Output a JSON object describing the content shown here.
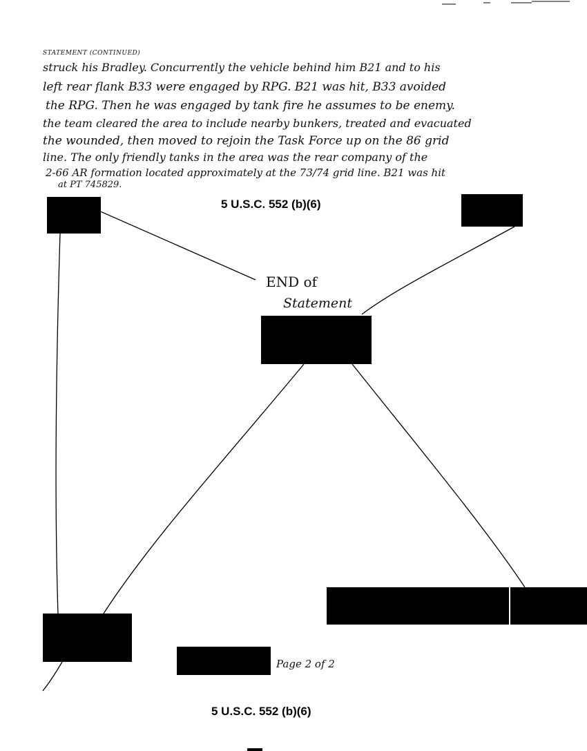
{
  "header": {
    "label": "STATEMENT (CONTINUED)"
  },
  "statement_lines": [
    "struck his Bradley. Concurrently the vehicle behind him B21 and to his",
    "left rear flank B33 were engaged by RPG. B21 was hit, B33 avoided",
    "the RPG. Then he was engaged by tank fire he assumes to be enemy.",
    "the team cleared the area to include nearby bunkers, treated and evacuated",
    "the wounded, then moved to rejoin the Task Force up on the 86 grid",
    "line. The only friendly tanks in the area was the rear company of the",
    "2-66 AR formation located approximately at the 73/74 grid line. B21 was hit",
    "at PT 745829."
  ],
  "exemption_top": "5 U.S.C. 552 (b)(6)",
  "end_note": {
    "line1": "END of",
    "line2": "Statement"
  },
  "page_note": "Page 2 of 2",
  "exemption_bottom": "5 U.S.C. 552 (b)(6)"
}
